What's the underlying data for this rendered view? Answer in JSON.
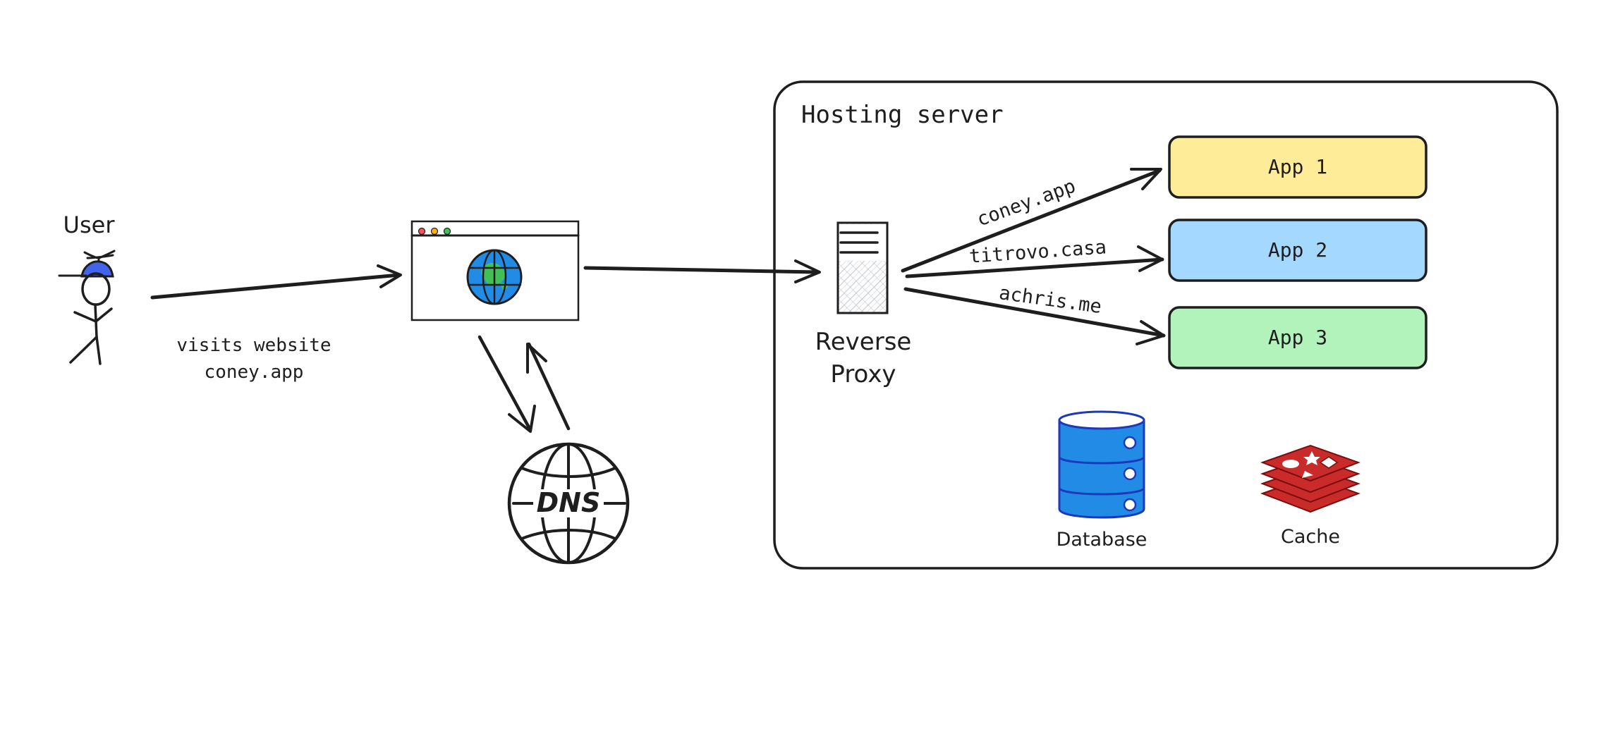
{
  "user": {
    "label": "User",
    "action_line1": "visits website",
    "action_line2": "coney.app"
  },
  "dns": {
    "label": "DNS"
  },
  "server": {
    "title": "Hosting server"
  },
  "proxy": {
    "label_line1": "Reverse",
    "label_line2": "Proxy"
  },
  "routes": [
    {
      "domain": "coney.app"
    },
    {
      "domain": "titrovo.casa"
    },
    {
      "domain": "achris.me"
    }
  ],
  "apps": [
    {
      "label": "App 1",
      "color": "#ffec99"
    },
    {
      "label": "App 2",
      "color": "#a5d8ff"
    },
    {
      "label": "App 3",
      "color": "#b2f2bb"
    }
  ],
  "database": {
    "label": "Database",
    "color": "#228be6"
  },
  "cache": {
    "label": "Cache",
    "color": "#c92a2a"
  },
  "icons": [
    "stick-figure-icon",
    "browser-window-icon",
    "globe-icon",
    "dns-globe-icon",
    "server-tower-icon",
    "database-icon",
    "redis-cache-icon"
  ]
}
